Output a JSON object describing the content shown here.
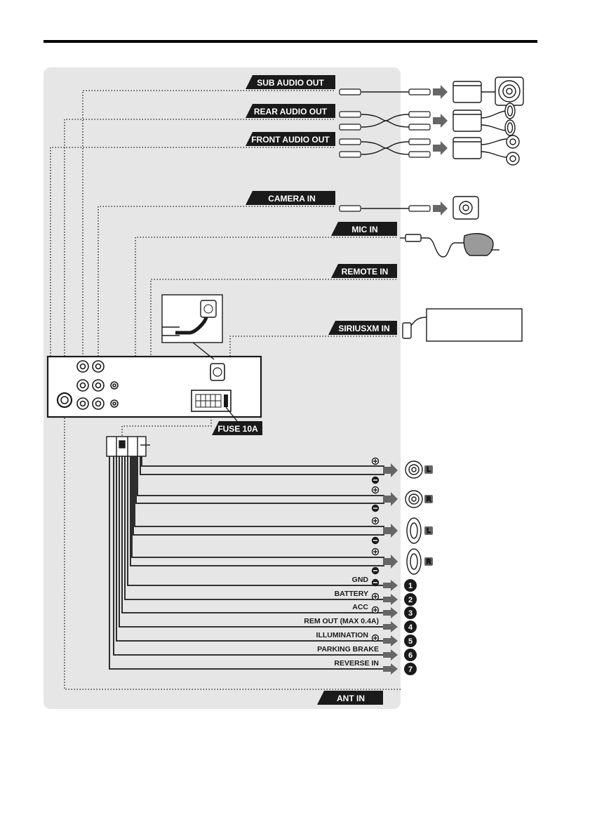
{
  "inputs": {
    "sub_audio_out": "SUB AUDIO OUT",
    "rear_audio_out": "REAR AUDIO OUT",
    "front_audio_out": "FRONT AUDIO OUT",
    "camera_in": "CAMERA IN",
    "mic_in": "MIC IN",
    "remote_in": "REMOTE IN",
    "siriusxm_in": "SIRIUSXM IN",
    "fuse": "FUSE 10A",
    "ant_in": "ANT IN"
  },
  "speakers": [
    {
      "channel": "L",
      "plus": "+",
      "minus": "−"
    },
    {
      "channel": "R",
      "plus": "+",
      "minus": "−"
    },
    {
      "channel": "L",
      "plus": "+",
      "minus": "−"
    },
    {
      "channel": "R",
      "plus": "+",
      "minus": "−"
    }
  ],
  "power_wires": [
    {
      "label": "GND",
      "polarity": "−",
      "number": "1"
    },
    {
      "label": "BATTERY",
      "polarity": "+",
      "number": "2"
    },
    {
      "label": "ACC",
      "polarity": "+",
      "number": "3"
    },
    {
      "label": "REM OUT (MAX 0.4A)",
      "polarity": "",
      "number": "4"
    },
    {
      "label": "ILLUMINATION",
      "polarity": "+",
      "number": "5"
    },
    {
      "label": "PARKING BRAKE",
      "polarity": "",
      "number": "6"
    },
    {
      "label": "REVERSE IN",
      "polarity": "",
      "number": "7"
    }
  ],
  "colors": {
    "panel": "#e6e6e6",
    "tag": "#1a1a1a",
    "arrow": "#666666",
    "wire": "#1a1a1a"
  }
}
